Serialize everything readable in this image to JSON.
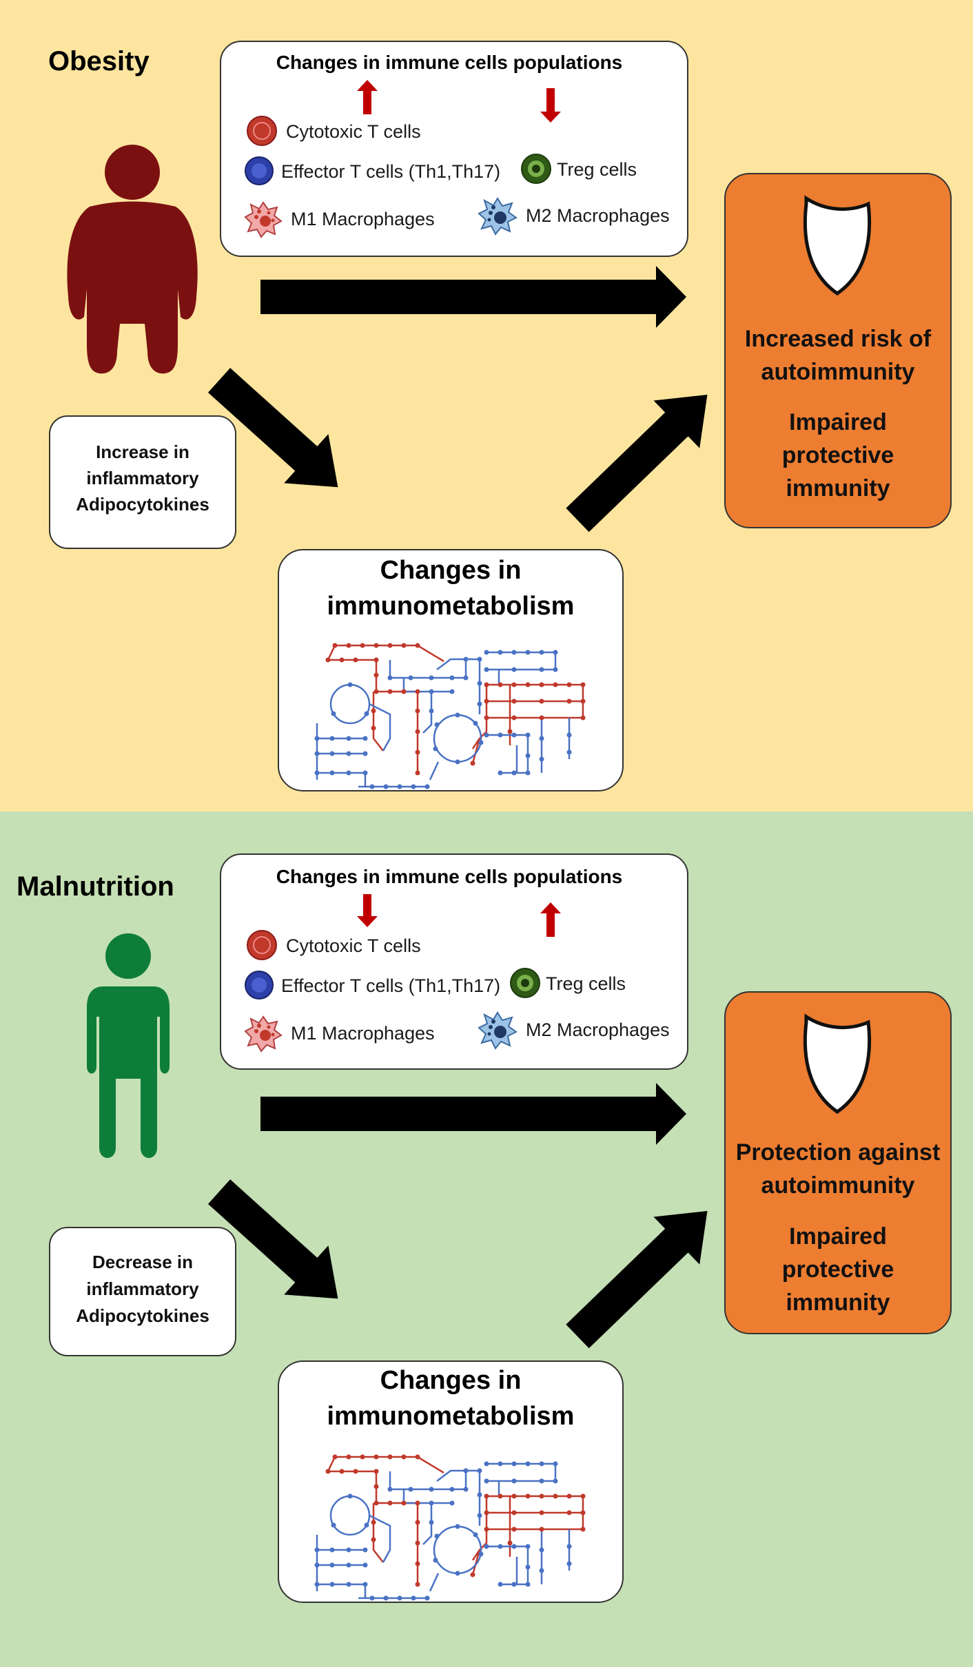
{
  "colors": {
    "obesity_bg": "#fde59f",
    "malnutrition_bg": "#c5e0b4",
    "obesity_figure": "#7b1011",
    "malnutrition_figure": "#0e7d3a",
    "outcome_box": "#ed7d31",
    "arrow_red": "#c00000",
    "network_red": "#c0392b",
    "network_blue": "#4a72c4"
  },
  "obesity": {
    "title": "Obesity",
    "figure_icon": "obese-person-icon",
    "immune_box": {
      "title": "Changes in immune cells populations",
      "left_arrow": "up",
      "right_arrow": "down",
      "cells": {
        "cytotoxic": "Cytotoxic T cells",
        "effector": "Effector T cells (Th1,Th17)",
        "treg": "Treg cells",
        "m1": "M1 Macrophages",
        "m2": "M2 Macrophages"
      }
    },
    "adipo_box": [
      "Increase in",
      "inflammatory",
      "Adipocytokines"
    ],
    "immuno_box": [
      "Changes in",
      "immunometabolism"
    ],
    "outcome": {
      "icon": "shield-icon",
      "line1": [
        "Increased risk of",
        "autoimmunity"
      ],
      "line2": [
        "Impaired",
        "protective",
        "immunity"
      ]
    }
  },
  "malnutrition": {
    "title": "Malnutrition",
    "figure_icon": "thin-person-icon",
    "immune_box": {
      "title": "Changes in immune cells populations",
      "left_arrow": "down",
      "right_arrow": "up",
      "cells": {
        "cytotoxic": "Cytotoxic T cells",
        "effector": "Effector T cells (Th1,Th17)",
        "treg": "Treg cells",
        "m1": "M1 Macrophages",
        "m2": "M2 Macrophages"
      }
    },
    "adipo_box": [
      "Decrease in",
      "inflammatory",
      "Adipocytokines"
    ],
    "immuno_box": [
      "Changes in",
      "immunometabolism"
    ],
    "outcome": {
      "icon": "shield-icon",
      "line1": [
        "Protection against",
        "autoimmunity"
      ],
      "line2": [
        "Impaired",
        "protective",
        "immunity"
      ]
    }
  }
}
